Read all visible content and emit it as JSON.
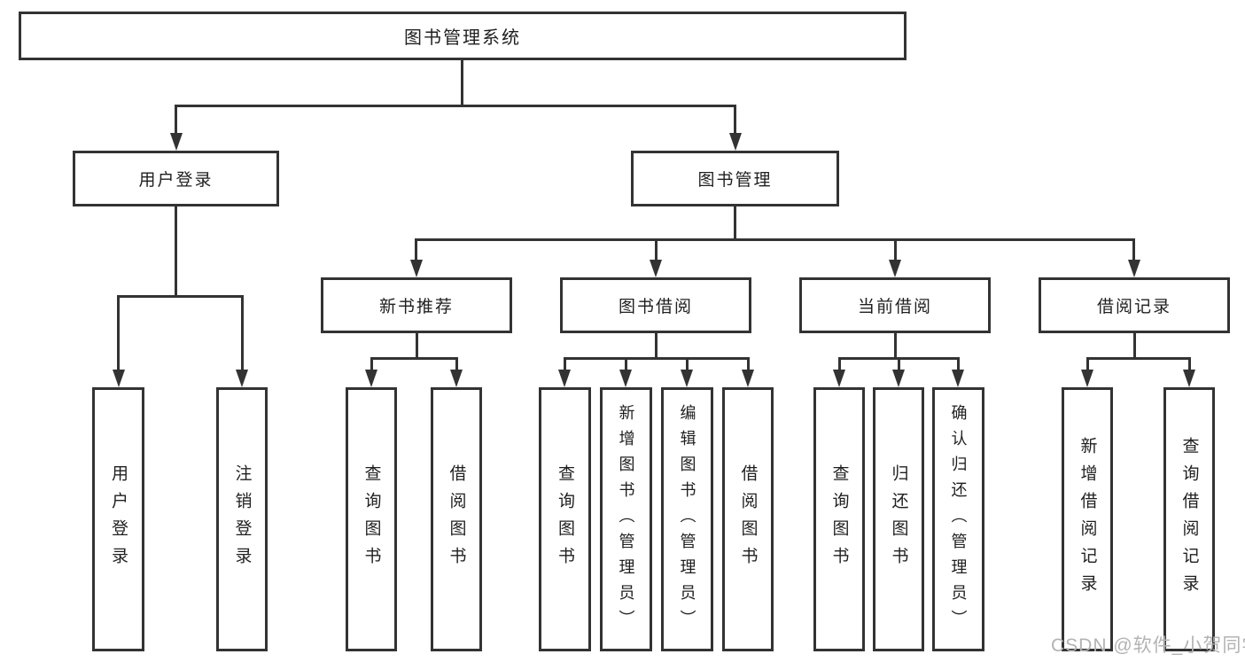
{
  "title": "图书管理系统",
  "colors": {
    "line": "#333333",
    "text": "#1f1f1f",
    "watermark": "#b3b3b3",
    "background": "#ffffff"
  },
  "watermark": {
    "text": "CSDN @软件_小贺同学"
  },
  "tree": {
    "label": "图书管理系统",
    "children": [
      {
        "label": "用户登录",
        "children": [
          {
            "label": "用户登录"
          },
          {
            "label": "注销登录"
          }
        ]
      },
      {
        "label": "图书管理",
        "children": [
          {
            "label": "新书推荐",
            "children": [
              {
                "label": "查询图书"
              },
              {
                "label": "借阅图书"
              }
            ]
          },
          {
            "label": "图书借阅",
            "children": [
              {
                "label": "查询图书"
              },
              {
                "label": "新增图书（管理员）"
              },
              {
                "label": "编辑图书（管理员）"
              },
              {
                "label": "借阅图书"
              }
            ]
          },
          {
            "label": "当前借阅",
            "children": [
              {
                "label": "查询图书"
              },
              {
                "label": "归还图书"
              },
              {
                "label": "确认归还（管理员）"
              }
            ]
          },
          {
            "label": "借阅记录",
            "children": [
              {
                "label": "新增借阅记录"
              },
              {
                "label": "查询借阅记录"
              }
            ]
          }
        ]
      }
    ]
  }
}
